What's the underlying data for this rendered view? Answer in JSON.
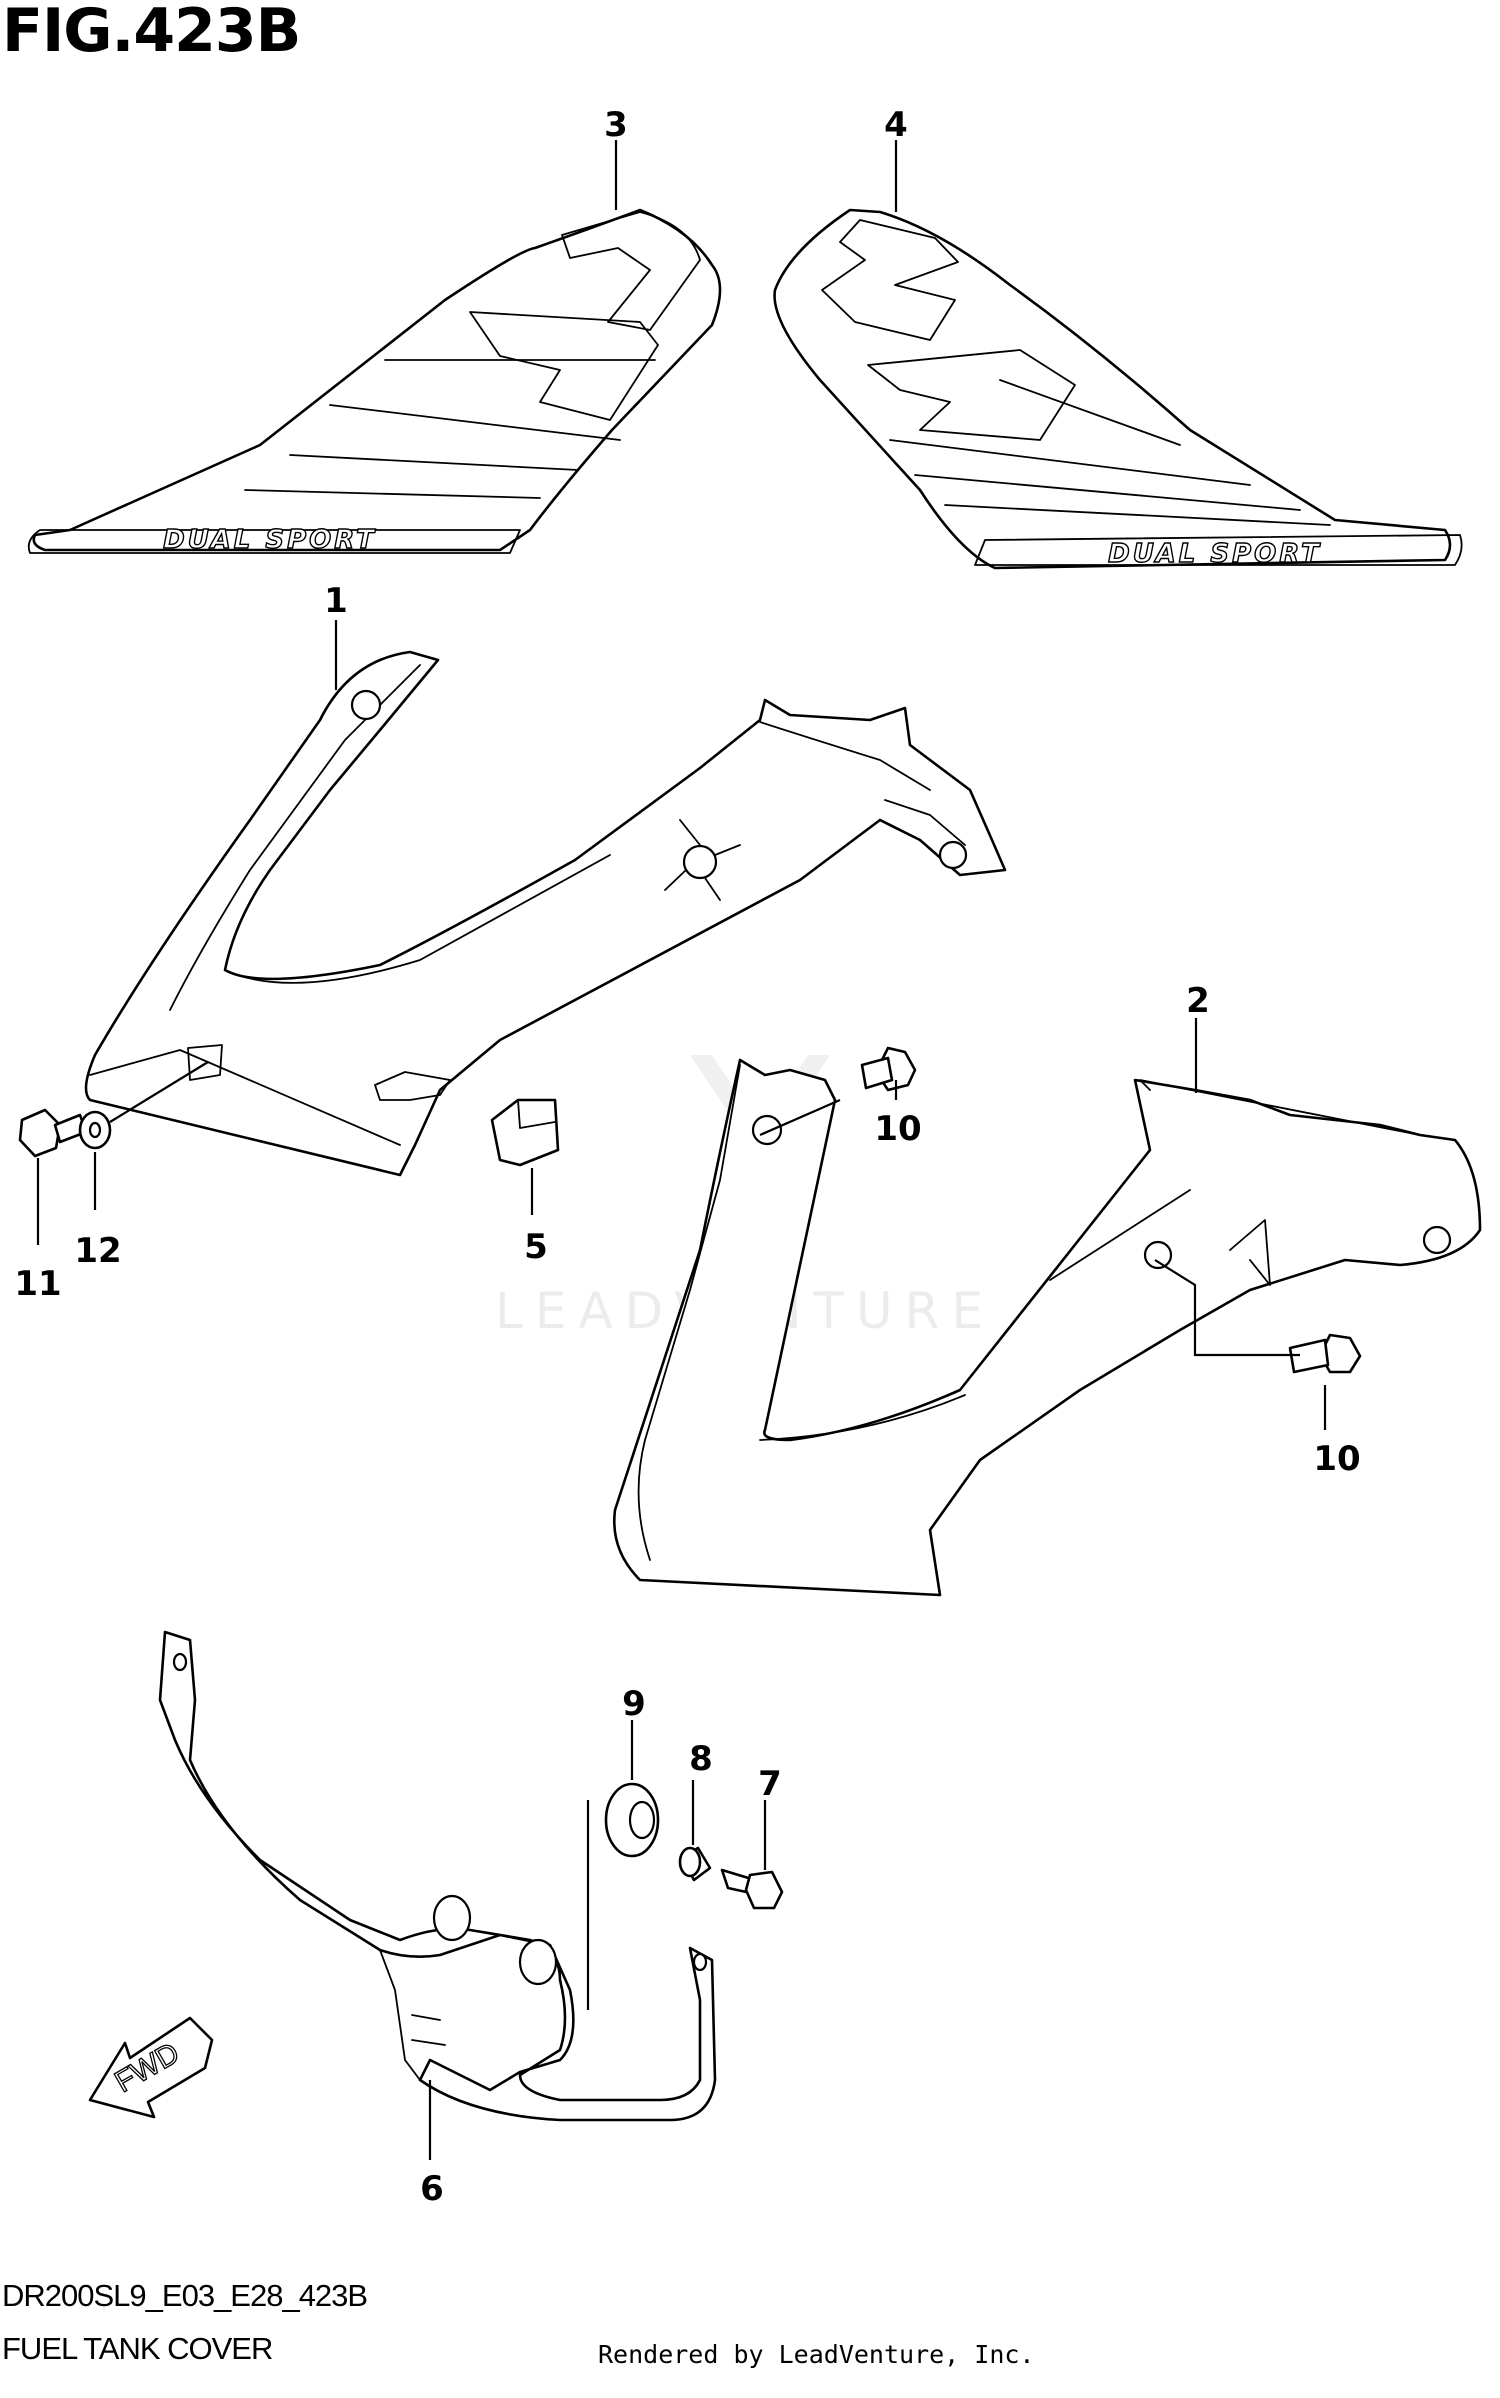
{
  "figure": {
    "title": "FIG.423B",
    "code": "DR200SL9_E03_E28_423B",
    "name": "FUEL TANK COVER",
    "credit": "Rendered by LeadVenture, Inc.",
    "watermark": "LEADVENTURE"
  },
  "decals": {
    "left_text": "DUAL SPORT",
    "right_text": "DUAL SPORT"
  },
  "fwd_arrow": {
    "label": "FWD"
  },
  "callouts": [
    {
      "key": "part-3",
      "label": "3"
    },
    {
      "key": "part-4",
      "label": "4"
    },
    {
      "key": "part-1",
      "label": "1"
    },
    {
      "key": "part-2",
      "label": "2"
    },
    {
      "key": "part-10a",
      "label": "10"
    },
    {
      "key": "part-10b",
      "label": "10"
    },
    {
      "key": "part-11",
      "label": "11"
    },
    {
      "key": "part-12",
      "label": "12"
    },
    {
      "key": "part-5",
      "label": "5"
    },
    {
      "key": "part-9",
      "label": "9"
    },
    {
      "key": "part-8",
      "label": "8"
    },
    {
      "key": "part-7",
      "label": "7"
    },
    {
      "key": "part-6",
      "label": "6"
    }
  ]
}
